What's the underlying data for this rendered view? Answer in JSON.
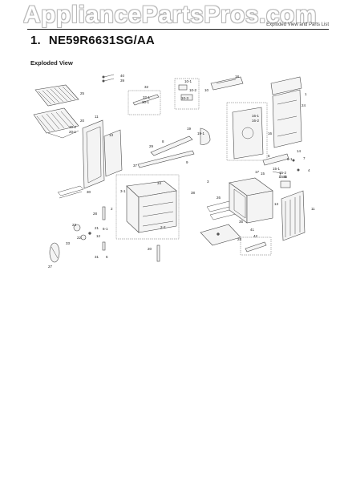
{
  "watermark": "AppliancePartsPros.com",
  "header": {
    "label": "Exploded View and Parts List",
    "section_number": "1.",
    "model": "NE59R6631SG/AA"
  },
  "subhead": "Exploded View",
  "callouts": [
    "1",
    "2",
    "3",
    "4",
    "5",
    "6",
    "7",
    "8",
    "9",
    "10",
    "10-1",
    "10-2",
    "10-3",
    "11",
    "13",
    "15",
    "15-1",
    "15-2",
    "15-3",
    "16",
    "16-1",
    "16-2",
    "17",
    "18",
    "19",
    "19-1",
    "20",
    "20-2",
    "20-1",
    "21",
    "22",
    "23",
    "24",
    "25",
    "26",
    "27",
    "28",
    "29",
    "30",
    "30-1",
    "31",
    "32",
    "33",
    "34",
    "35",
    "36",
    "37",
    "38",
    "39",
    "40",
    "41",
    "42",
    "2-1",
    "2-2",
    "3-1",
    "5-1",
    "6-1"
  ]
}
